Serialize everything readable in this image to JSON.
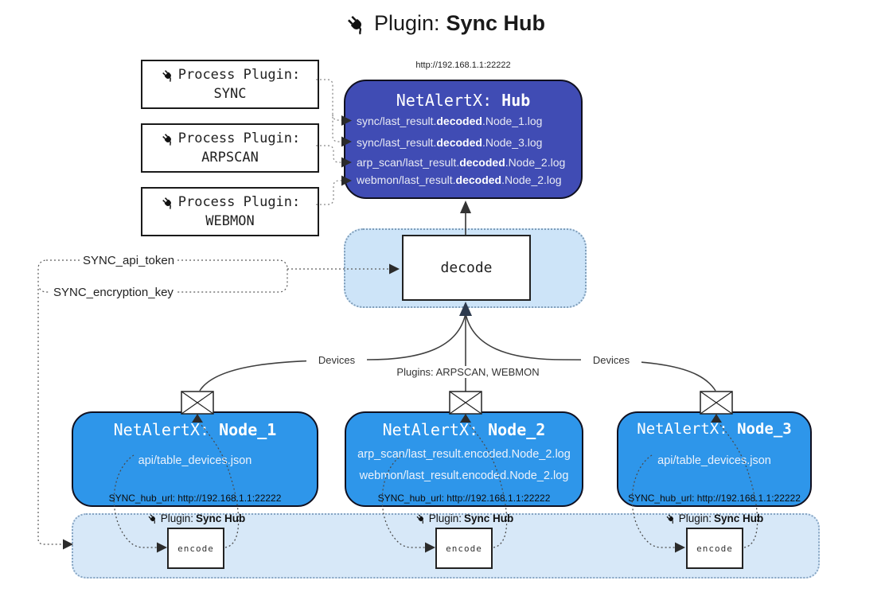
{
  "colors": {
    "hub-fill": "#404CB4",
    "node-fill": "#2E96EA",
    "band-fill": "#D7E8F8",
    "decode-band-fill": "#CDE4F8",
    "band-border": "#87A5C3",
    "line": "#3F3F3F",
    "text-light": "#ECF2FB"
  },
  "title": {
    "prefix": "Plugin: ",
    "name": "Sync Hub"
  },
  "hub": {
    "url": "http://192.168.1.1:22222",
    "title_prefix": "NetAlertX: ",
    "title_name": "Hub",
    "logs": [
      {
        "pre": "sync/last_result.",
        "bold": "decoded",
        "post": ".Node_1.log"
      },
      {
        "pre": "sync/last_result.",
        "bold": "decoded",
        "post": ".Node_3.log"
      },
      {
        "pre": "arp_scan/last_result.",
        "bold": "decoded",
        "post": ".Node_2.log"
      },
      {
        "pre": "webmon/last_result.",
        "bold": "decoded",
        "post": ".Node_2.log"
      }
    ]
  },
  "process_plugins": [
    {
      "label": "Process Plugin:",
      "name": "SYNC"
    },
    {
      "label": "Process Plugin:",
      "name": "ARPSCAN"
    },
    {
      "label": "Process Plugin:",
      "name": "WEBMON"
    }
  ],
  "decode": {
    "label": "decode"
  },
  "settings": {
    "api_token": "SYNC_api_token",
    "encryption_key": "SYNC_encryption_key"
  },
  "edge_labels": {
    "devices_left": "Devices",
    "plugins_middle": "Plugins: ARPSCAN, WEBMON",
    "devices_right": "Devices"
  },
  "nodes": [
    {
      "title_prefix": "NetAlertX: ",
      "title_name": "Node_1",
      "files": [
        "api/table_devices.json"
      ],
      "hub_url": "SYNC_hub_url: http://192.168.1.1:22222"
    },
    {
      "title_prefix": "NetAlertX: ",
      "title_name": "Node_2",
      "files": [
        "arp_scan/last_result.encoded.Node_2.log",
        "webmon/last_result.encoded.Node_2.log"
      ],
      "hub_url": "SYNC_hub_url: http://192.168.1.1:22222"
    },
    {
      "title_prefix": "NetAlertX: ",
      "title_name": "Node_3",
      "files": [
        "api/table_devices.json"
      ],
      "hub_url": "SYNC_hub_url: http://192.168.1.1:22222"
    }
  ],
  "encode_band": {
    "plugin_prefix": "Plugin: ",
    "plugin_name": "Sync Hub",
    "encode_label": "encode"
  }
}
